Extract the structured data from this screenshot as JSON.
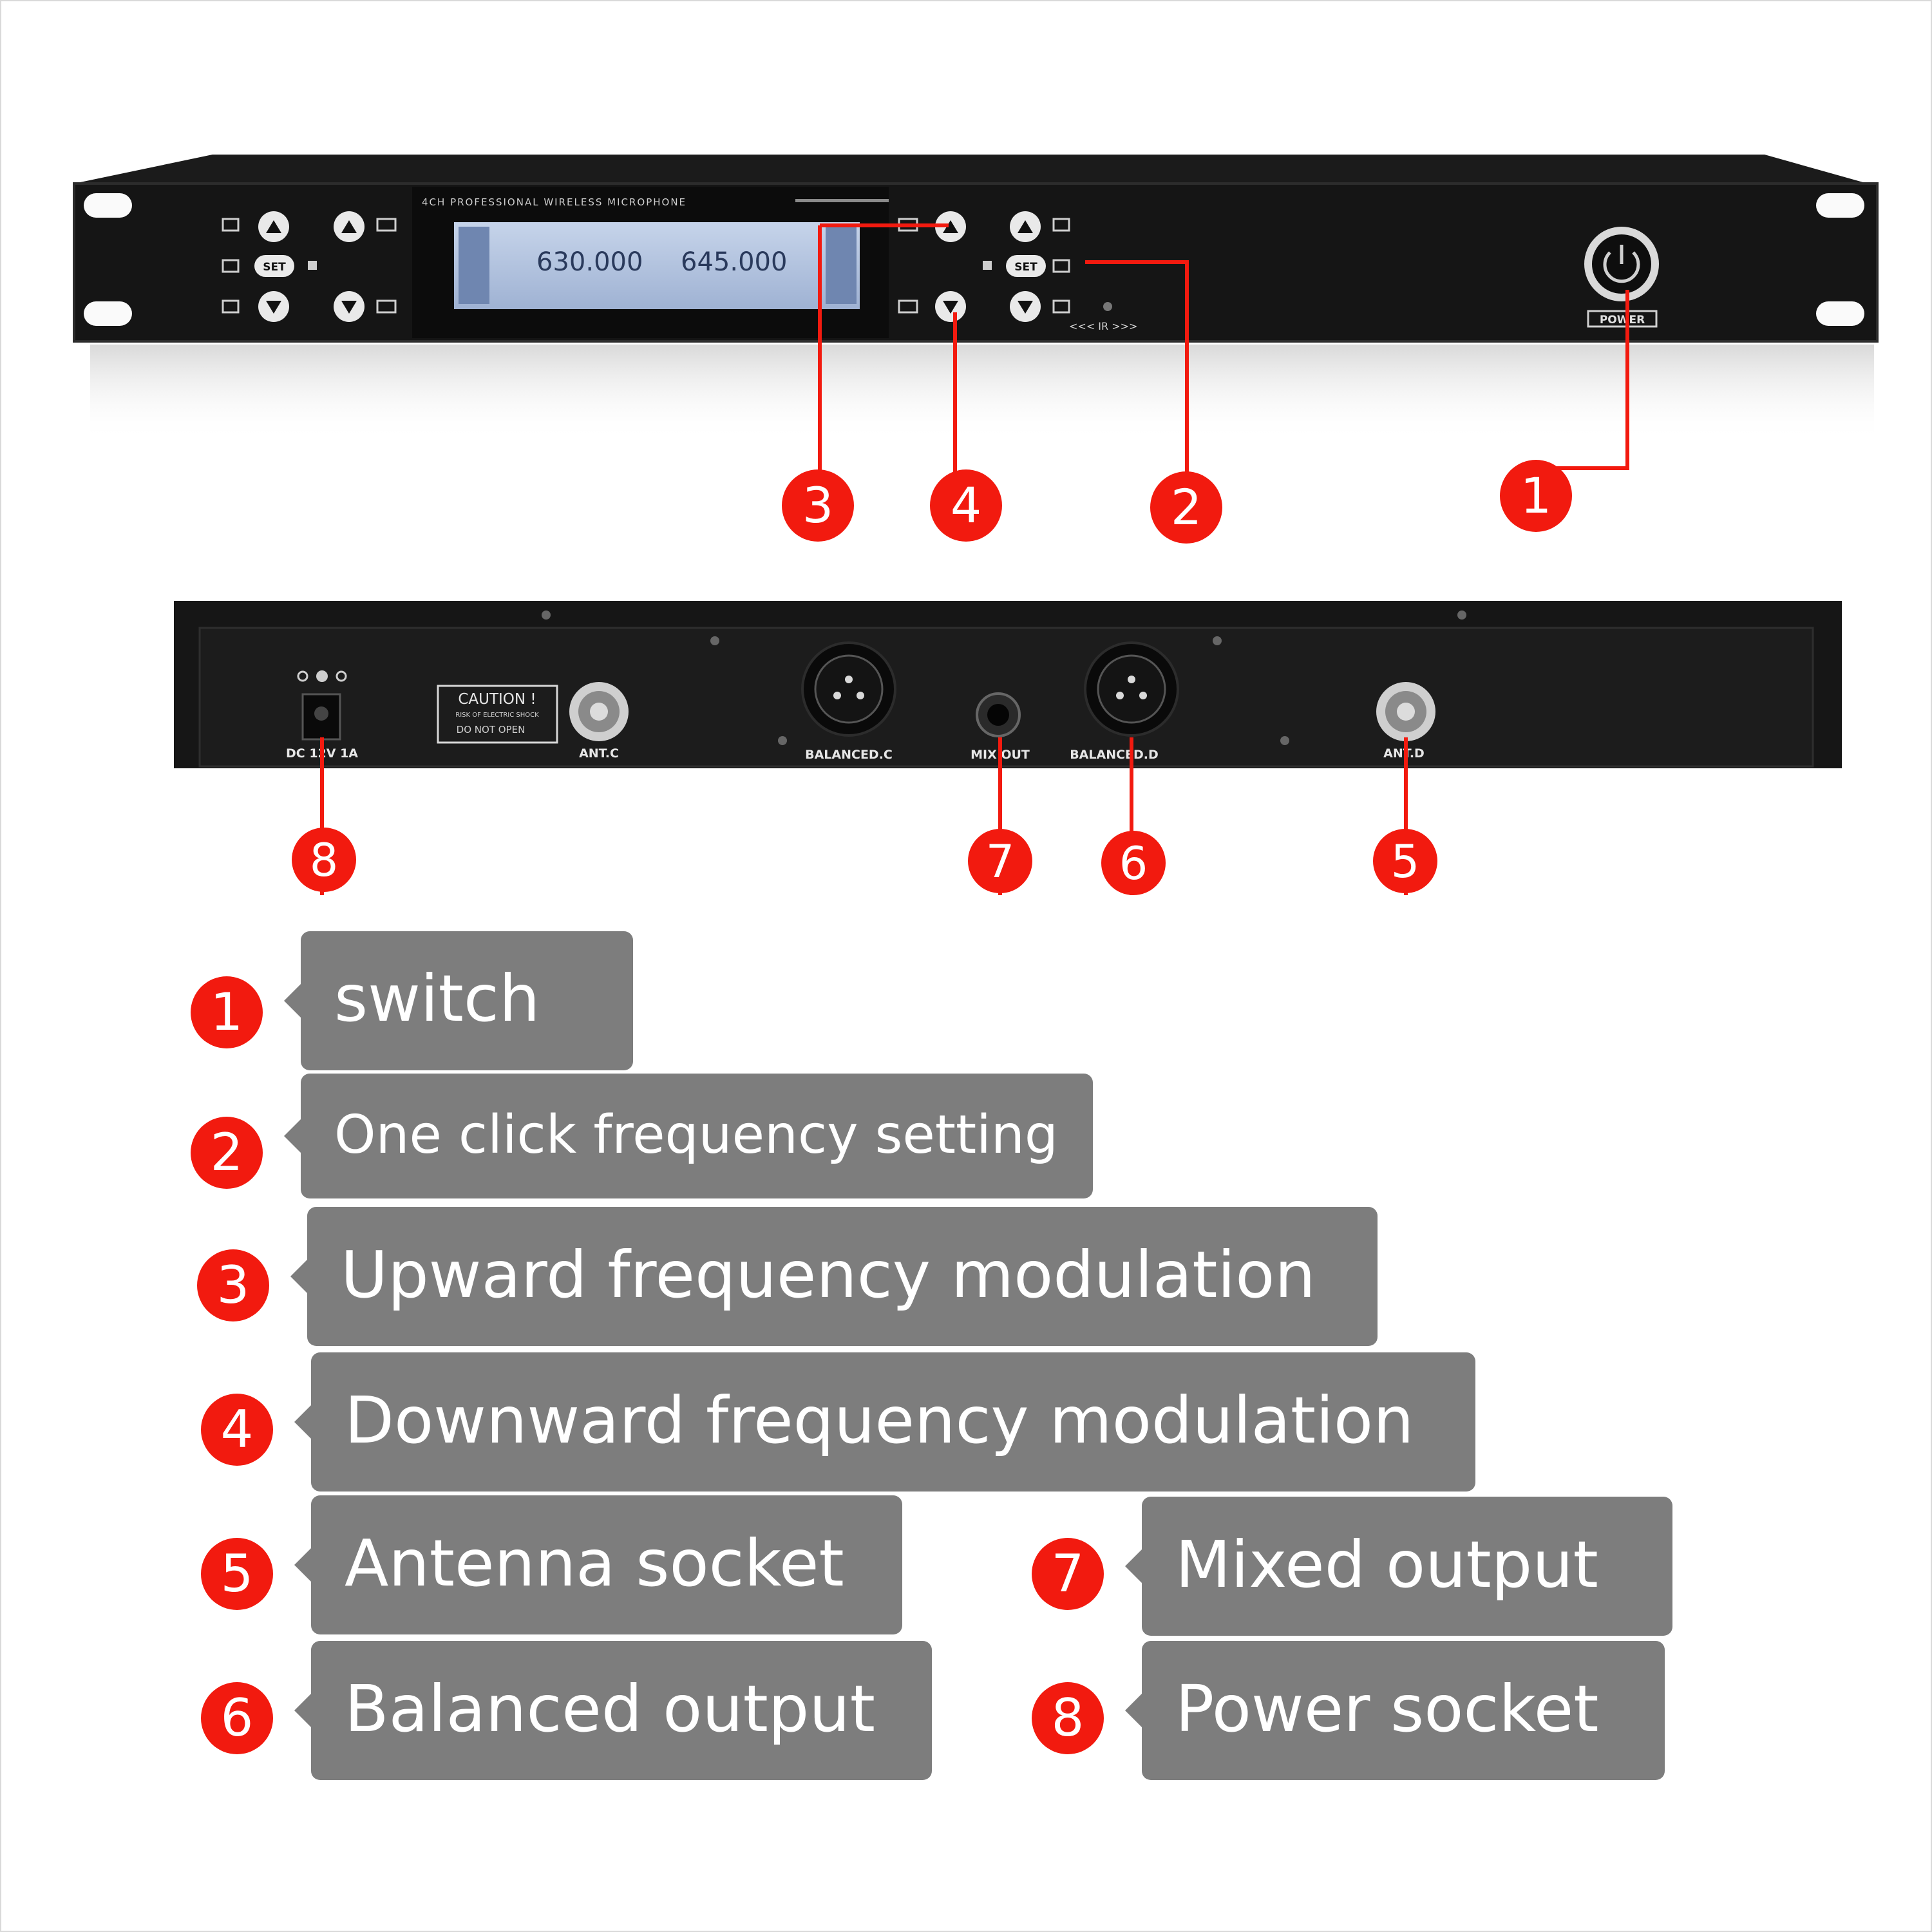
{
  "front_panel": {
    "title": "4CH PROFESSIONAL WIRELESS MICROPHONE",
    "set_left": "SET",
    "set_right": "SET",
    "freq_a": "630.000",
    "freq_b": "645.000",
    "ir_label": "<<< IR >>>",
    "power_label": "POWER"
  },
  "rear_panel": {
    "dc_label": "DC 12V 1A",
    "caution_title": "CAUTION !",
    "caution_line1": "RISK OF ELECTRIC SHOCK",
    "caution_line2": "DO NOT OPEN",
    "ant_c": "ANT.C",
    "balanced_c": "BALANCED.C",
    "mix_out": "MIX OUT",
    "balanced_d": "BALANCED.D",
    "ant_d": "ANT.D"
  },
  "callout_numbers": {
    "n1": "1",
    "n2": "2",
    "n3": "3",
    "n4": "4",
    "n5": "5",
    "n6": "6",
    "n7": "7",
    "n8": "8"
  },
  "legend": [
    {
      "num": "1",
      "label": "switch"
    },
    {
      "num": "2",
      "label": "One click frequency setting"
    },
    {
      "num": "3",
      "label": "Upward frequency modulation"
    },
    {
      "num": "4",
      "label": "Downward frequency modulation"
    },
    {
      "num": "5",
      "label": "Antenna socket"
    },
    {
      "num": "6",
      "label": "Balanced output"
    },
    {
      "num": "7",
      "label": "Mixed output"
    },
    {
      "num": "8",
      "label": "Power socket"
    }
  ],
  "colors": {
    "accent": "#f21a0f",
    "box": "#7d7d7d",
    "panel": "#161616"
  }
}
